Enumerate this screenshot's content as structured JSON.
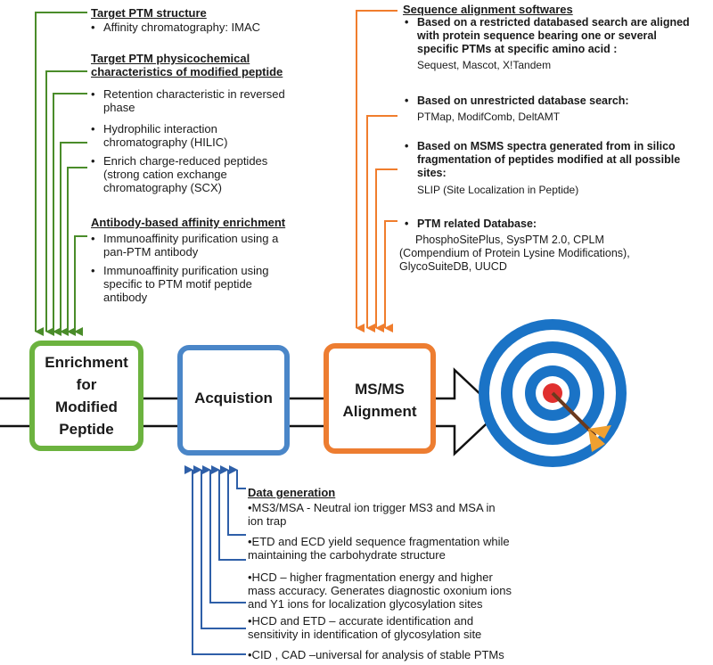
{
  "colors": {
    "green": "#4a8c2a",
    "green_box": "#6cb33f",
    "blue": "#2e5fa8",
    "blue_box": "#4a86c8",
    "orange": "#f07d2d",
    "orange_box": "#ed7d31",
    "target_blue": "#1a73c6",
    "target_red": "#e0302f",
    "arrow_orange": "#f0a030"
  },
  "stages": {
    "enrichment": [
      "Enrichment",
      "for",
      "Modified",
      "Peptide"
    ],
    "acquisition": "Acquistion",
    "alignment": [
      "MS/MS",
      "Alignment"
    ]
  },
  "enrichment_panel": {
    "target_structure": {
      "heading": "Target PTM structure",
      "items": [
        "Affinity chromatography: IMAC"
      ]
    },
    "physicochemical": {
      "heading_line1": "Target PTM physicochemical",
      "heading_line2": "characteristics of modified peptide",
      "items": [
        [
          "Retention characteristic in reversed",
          "phase"
        ],
        [
          "Hydrophilic interaction",
          "chromatography (HILIC)"
        ],
        [
          "Enrich charge-reduced peptides",
          "(strong cation exchange",
          "chromatography (SCX)"
        ]
      ]
    },
    "antibody": {
      "heading": "Antibody-based affinity enrichment",
      "items": [
        [
          "Immunoaffinity purification using a",
          "pan-PTM antibody"
        ],
        [
          "Immunoaffinity purification using",
          "specific to PTM motif peptide",
          "antibody"
        ]
      ]
    }
  },
  "alignment_panel": {
    "heading": "Sequence alignment softwares",
    "groups": [
      {
        "lines": [
          "Based on a restricted databased search are aligned",
          "with protein sequence bearing one or several",
          "specific PTMs at specific amino acid :"
        ],
        "tools": [
          "Sequest, Mascot, X!Tandem"
        ]
      },
      {
        "lines": [
          "Based on unrestricted database search:"
        ],
        "tools": [
          "PTMap, ModifComb, DeltAMT"
        ]
      },
      {
        "lines": [
          "Based on MSMS spectra generated from in silico",
          "fragmentation of peptides modified at all possible",
          "sites:"
        ],
        "tools": [
          "SLIP (Site Localization in Peptide)"
        ]
      },
      {
        "lines": [
          "PTM related Database:"
        ],
        "tools": [
          "PhosphoSitePlus, SysPTM 2.0, CPLM",
          "(Compendium of Protein Lysine Modifications),",
          "GlycoSuiteDB, UUCD"
        ]
      }
    ]
  },
  "data_generation": {
    "heading": "Data generation",
    "items": [
      [
        "•MS3/MSA - Neutral ion trigger MS3 and MSA in",
        "ion trap"
      ],
      [
        "•ETD and ECD yield sequence fragmentation while",
        "maintaining the carbohydrate structure"
      ],
      [
        "•HCD – higher fragmentation energy and higher",
        "mass accuracy. Generates diagnostic oxonium ions",
        "and Y1 ions for localization glycosylation sites"
      ],
      [
        "•HCD and ETD – accurate identification and",
        "sensitivity in identification of glycosylation site"
      ],
      [
        "•CID , CAD –universal for analysis of stable PTMs"
      ]
    ]
  }
}
